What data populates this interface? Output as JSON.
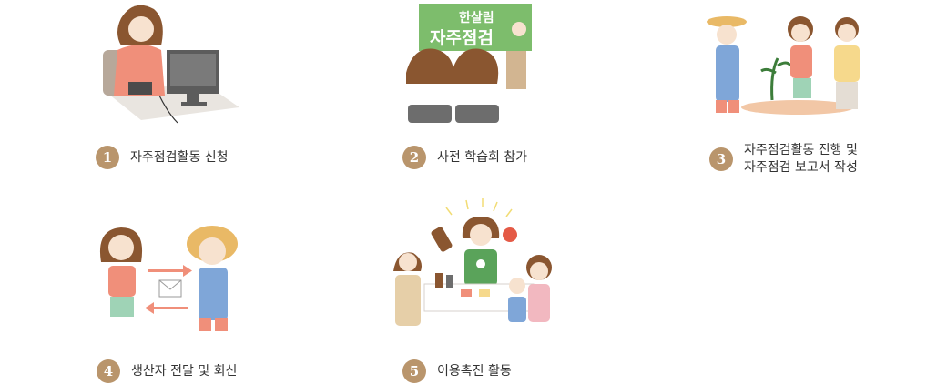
{
  "colors": {
    "badge": "#b9956c",
    "text": "#333333",
    "board_green": "#7dbd6c",
    "skin": "#f7e2cf",
    "hair": "#8a5630",
    "coral": "#f08f7a",
    "overall_blue": "#7fa6d8"
  },
  "board": {
    "line1": "한살림",
    "line2": "자주점검"
  },
  "steps": [
    {
      "number": "1",
      "label": "자주점검활동 신청",
      "icon": "computer-applicant-illustration"
    },
    {
      "number": "2",
      "label": "사전 학습회 참가",
      "icon": "classroom-illustration"
    },
    {
      "number": "3",
      "label_line1": "자주점검활동 진행 및",
      "label_line2": "자주점검 보고서 작성",
      "icon": "farm-inspection-illustration"
    },
    {
      "number": "4",
      "label": "생산자 전달 및 회신",
      "icon": "mail-exchange-illustration"
    },
    {
      "number": "5",
      "label": "이용촉진 활동",
      "icon": "promotion-booth-illustration"
    }
  ]
}
